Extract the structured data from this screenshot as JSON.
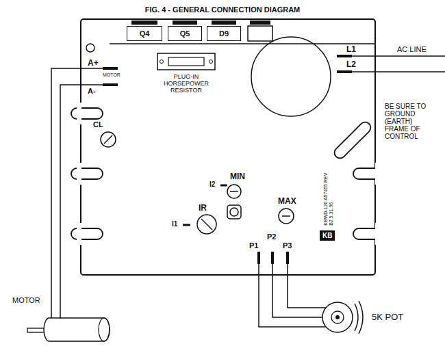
{
  "diagram": {
    "title": "FIG. 4 - GENERAL CONNECTION DIAGRAM",
    "nodes": [
      {
        "text": [
          "Q4"
        ]
      },
      {
        "text": [
          "Q5"
        ]
      },
      {
        "text": [
          "D9"
        ]
      },
      {
        "text": [
          "PLUG-IN HORSEPOWER RESISTOR"
        ]
      },
      {
        "text": [
          "MOTOR"
        ]
      },
      {
        "text": [
          "5K POT"
        ]
      }
    ],
    "labels": [
      "A+",
      "MOTOR",
      "A-",
      "L1",
      "L2",
      "AC LINE",
      "BE SURE TO GROUND (EARTH) FRAME OF CONTROL",
      "CL",
      "I2",
      "MIN",
      "I1",
      "IR",
      "MAX",
      "P2",
      "P1",
      "P3",
      "KBWD-120 A57455 REV B2 5.31.96",
      "KB"
    ]
  }
}
